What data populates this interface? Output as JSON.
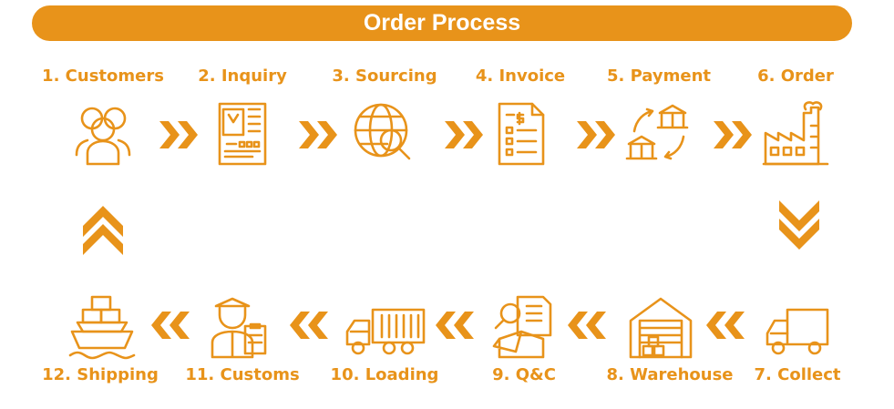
{
  "title": "Order Process",
  "accent": "#E8931A",
  "steps": [
    {
      "label": "1. Customers",
      "icon": "customers-icon"
    },
    {
      "label": "2. Inquiry",
      "icon": "inquiry-document-icon"
    },
    {
      "label": "3. Sourcing",
      "icon": "globe-search-icon"
    },
    {
      "label": "4. Invoice",
      "icon": "invoice-icon"
    },
    {
      "label": "5. Payment",
      "icon": "bank-transfer-icon"
    },
    {
      "label": "6. Order",
      "icon": "factory-icon"
    },
    {
      "label": "7. Collect",
      "icon": "truck-icon"
    },
    {
      "label": "8. Warehouse",
      "icon": "warehouse-icon"
    },
    {
      "label": "9. Q&C",
      "icon": "inspection-box-icon"
    },
    {
      "label": "10. Loading",
      "icon": "container-truck-icon"
    },
    {
      "label": "11. Customs",
      "icon": "customs-officer-icon"
    },
    {
      "label": "12. Shipping",
      "icon": "cargo-ship-icon"
    }
  ]
}
